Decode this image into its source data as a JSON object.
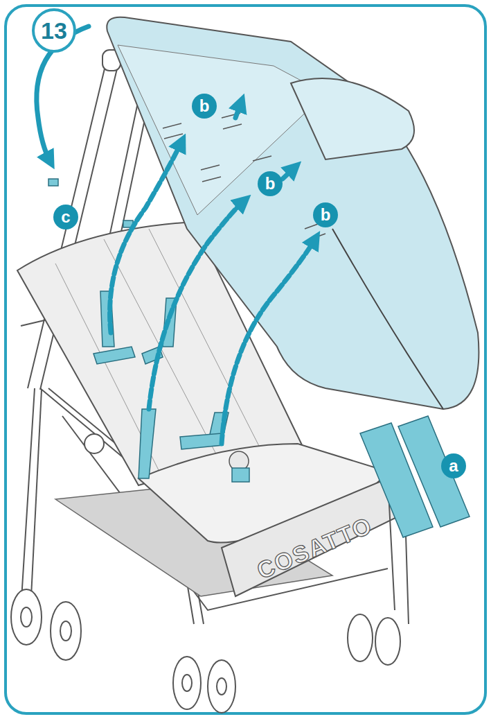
{
  "diagram": {
    "nodes": [
      {
        "text": [
          "13"
        ]
      },
      {
        "text": [
          "b"
        ]
      },
      {
        "text": [
          "b"
        ]
      },
      {
        "text": [
          "b"
        ]
      },
      {
        "text": [
          "c"
        ]
      },
      {
        "text": [
          "a"
        ]
      }
    ],
    "labels": [
      "COSATTO"
    ]
  }
}
